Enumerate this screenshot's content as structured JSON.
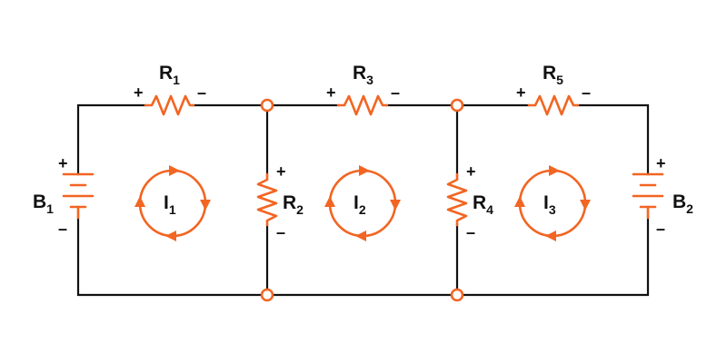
{
  "colors": {
    "wire": "#111111",
    "component": "#f26522",
    "background": "#ffffff"
  },
  "components": {
    "R1": {
      "letter": "R",
      "index": "1",
      "plus": "+",
      "minus": "–"
    },
    "R2": {
      "letter": "R",
      "index": "2",
      "plus": "+",
      "minus": "–"
    },
    "R3": {
      "letter": "R",
      "index": "3",
      "plus": "+",
      "minus": "–"
    },
    "R4": {
      "letter": "R",
      "index": "4",
      "plus": "+",
      "minus": "–"
    },
    "R5": {
      "letter": "R",
      "index": "5",
      "plus": "+",
      "minus": "–"
    },
    "B1": {
      "letter": "B",
      "index": "1",
      "plus": "+",
      "minus": "–"
    },
    "B2": {
      "letter": "B",
      "index": "2",
      "plus": "+",
      "minus": "–"
    }
  },
  "loops": {
    "I1": {
      "letter": "I",
      "index": "1",
      "direction": "clockwise"
    },
    "I2": {
      "letter": "I",
      "index": "2",
      "direction": "clockwise"
    },
    "I3": {
      "letter": "I",
      "index": "3",
      "direction": "clockwise"
    }
  }
}
